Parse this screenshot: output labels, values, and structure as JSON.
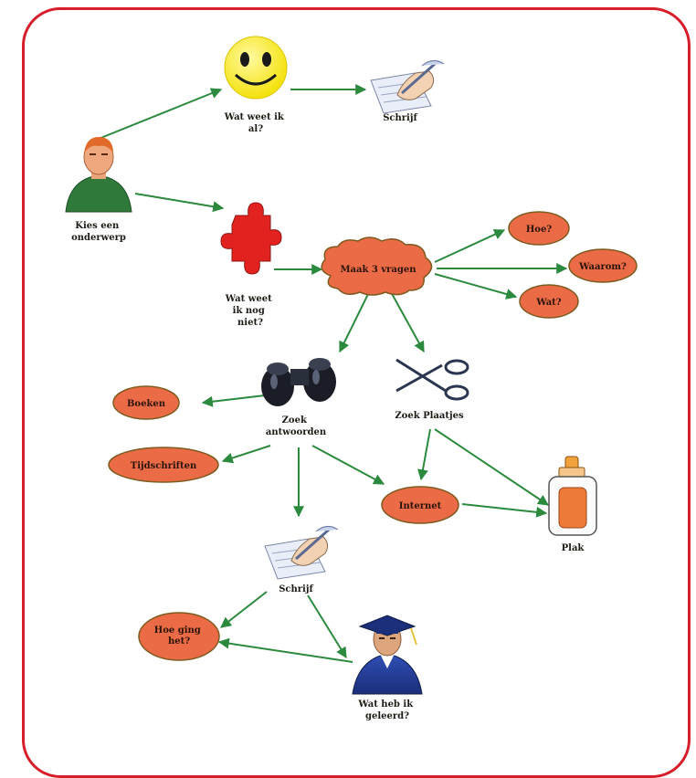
{
  "nodes": {
    "smiley": {
      "label_lines": [
        "Wat weet ik",
        "al?"
      ],
      "icon": "smiley-icon"
    },
    "write_top": {
      "label_lines": [
        "Schrijf"
      ],
      "icon": "writing-hand-icon"
    },
    "person": {
      "label_lines": [
        "Kies een",
        "onderwerp"
      ],
      "icon": "person-icon"
    },
    "puzzle": {
      "label_lines": [
        "Wat weet",
        "ik nog",
        "niet?"
      ],
      "icon": "puzzle-piece-icon"
    },
    "cloud": {
      "label": "Maak 3 vragen"
    },
    "hoe": {
      "label": "Hoe?"
    },
    "waarom": {
      "label": "Waarom?"
    },
    "wat": {
      "label": "Wat?"
    },
    "binoculars": {
      "label_lines": [
        "Zoek",
        "antwoorden"
      ],
      "icon": "binoculars-icon"
    },
    "scissors": {
      "label": "Zoek Plaatjes",
      "icon": "scissors-icon"
    },
    "boeken": {
      "label": "Boeken"
    },
    "tijdschriften": {
      "label": "Tijdschriften"
    },
    "internet": {
      "label": "Internet"
    },
    "plak": {
      "label": "Plak",
      "icon": "glue-bottle-icon"
    },
    "write_bottom": {
      "label": "Schrijf",
      "icon": "writing-hand-icon"
    },
    "hoe_ging": {
      "label_lines": [
        "Hoe ging",
        "het?"
      ]
    },
    "graduate": {
      "label_lines": [
        "Wat heb ik",
        "geleerd?"
      ],
      "icon": "graduate-icon"
    }
  },
  "colors": {
    "frame": "#d81e2a",
    "arrow": "#2b8a3e",
    "oval_fill": "#ec6b47",
    "oval_stroke": "#7c5b1f"
  }
}
